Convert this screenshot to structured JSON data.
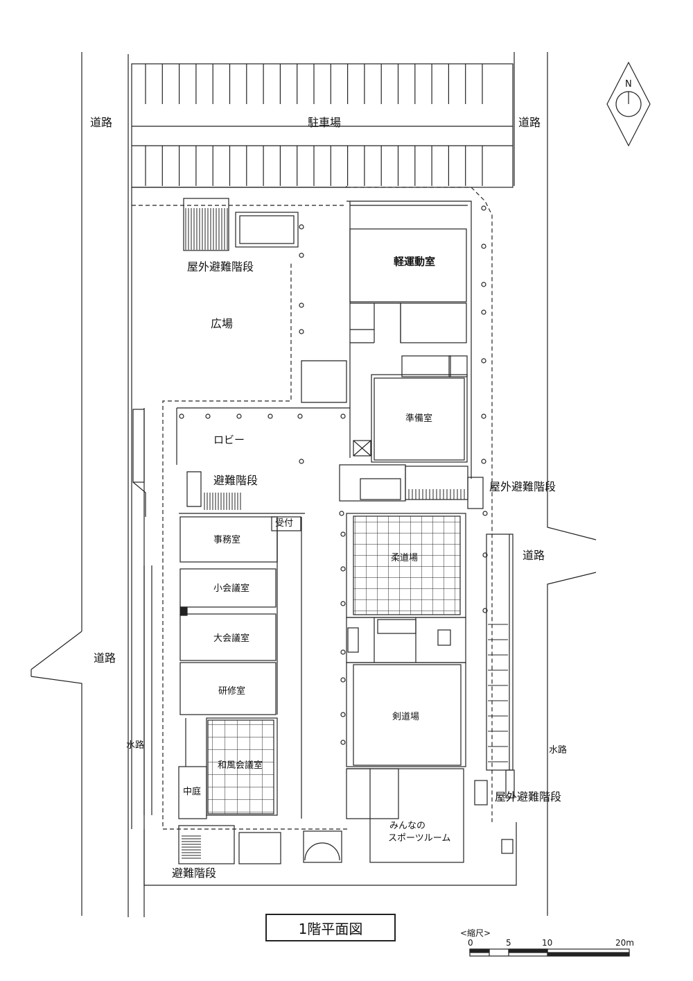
{
  "labels": {
    "road_top_left": "道路",
    "road_top_right": "道路",
    "road_mid_left": "道路",
    "road_mid_right": "道路",
    "parking": "駐車場",
    "outdoor_stair_top": "屋外避難階段",
    "plaza": "広場",
    "light_gym": "軽運動室",
    "prep_room": "準備室",
    "lobby": "ロビー",
    "evac_stair_lobby": "避難階段",
    "outdoor_stair_mid": "屋外避難階段",
    "reception": "受付",
    "office": "事務室",
    "small_meeting": "小会議室",
    "large_meeting": "大会議室",
    "training": "研修室",
    "judo": "柔道場",
    "kendo": "剣道場",
    "japanese_meeting": "和風会議室",
    "courtyard": "中庭",
    "canal_left": "水路",
    "canal_right": "水路",
    "outdoor_stair_bottom": "屋外避難階段",
    "sports_room_1": "みんなの",
    "sports_room_2": "スポーツルーム",
    "evac_stair_bottom": "避難階段"
  },
  "title": "1階平面図",
  "scale": {
    "caption": "<縮尺>",
    "ticks": [
      "0",
      "5",
      "10",
      "20m"
    ]
  },
  "compass": {
    "letter": "N"
  }
}
